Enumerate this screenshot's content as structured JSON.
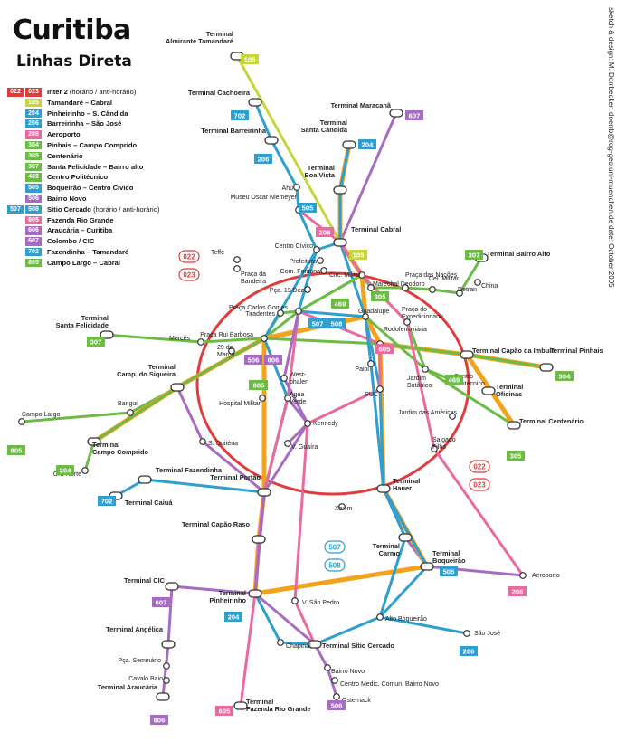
{
  "title": "Curitiba",
  "subtitle": "Linhas Direta",
  "credit": "sketch & design: M. Dorrbecker; doerrb@rog-geo.uni-muenchen.de date: October 2005",
  "colors": {
    "red": "#e23b3b",
    "yellow": "#c6d63a",
    "blue": "#2f9fcf",
    "pink": "#ea6aa0",
    "orange": "#f3a21c",
    "green": "#6dbb45",
    "purple": "#a66cc1"
  },
  "legend": [
    {
      "badges": [
        {
          "t": "022",
          "c": "red"
        },
        {
          "t": "023",
          "c": "red"
        }
      ],
      "name": "Inter 2",
      "note": "(horário / anti-horário)"
    },
    {
      "badges": [
        {
          "t": "105",
          "c": "yellow"
        }
      ],
      "name": "Tamandaré – Cabral",
      "note": ""
    },
    {
      "badges": [
        {
          "t": "204",
          "c": "blue"
        }
      ],
      "name": "Pinheirinho – S. Cândida",
      "note": ""
    },
    {
      "badges": [
        {
          "t": "206",
          "c": "blue"
        }
      ],
      "name": "Barreirinha – São José",
      "note": ""
    },
    {
      "badges": [
        {
          "t": "208",
          "c": "pink"
        }
      ],
      "name": "Aeroporto",
      "note": ""
    },
    {
      "badges": [
        {
          "t": "304",
          "c": "green"
        }
      ],
      "name": "Pinhais – Campo Comprido",
      "note": ""
    },
    {
      "badges": [
        {
          "t": "305",
          "c": "green"
        }
      ],
      "name": "Centenário",
      "note": ""
    },
    {
      "badges": [
        {
          "t": "307",
          "c": "green"
        }
      ],
      "name": "Santa Felicidade – Bairro alto",
      "note": ""
    },
    {
      "badges": [
        {
          "t": "469",
          "c": "green"
        }
      ],
      "name": "Centro Politécnico",
      "note": ""
    },
    {
      "badges": [
        {
          "t": "505",
          "c": "blue"
        }
      ],
      "name": "Boqueirão – Centro Cívico",
      "note": ""
    },
    {
      "badges": [
        {
          "t": "506",
          "c": "purple"
        }
      ],
      "name": "Bairro Novo",
      "note": ""
    },
    {
      "badges": [
        {
          "t": "507",
          "c": "blue"
        },
        {
          "t": "508",
          "c": "blue"
        }
      ],
      "name": "Sitio Cercado",
      "note": "(horário / anti-horário)"
    },
    {
      "badges": [
        {
          "t": "605",
          "c": "pink"
        }
      ],
      "name": "Fazenda Rio Grande",
      "note": ""
    },
    {
      "badges": [
        {
          "t": "606",
          "c": "purple"
        }
      ],
      "name": "Araucária – Curitiba",
      "note": ""
    },
    {
      "badges": [
        {
          "t": "607",
          "c": "purple"
        }
      ],
      "name": "Colombo / CIC",
      "note": ""
    },
    {
      "badges": [
        {
          "t": "702",
          "c": "blue"
        }
      ],
      "name": "Fazendinha – Tamandaré",
      "note": ""
    },
    {
      "badges": [
        {
          "t": "805",
          "c": "green"
        }
      ],
      "name": "Campo Largo – Cabral",
      "note": ""
    }
  ],
  "stations": [
    {
      "id": "almirante",
      "label": "Terminal\nAlmirante Tamandaré"
    },
    {
      "id": "cachoeira",
      "label": "Terminal Cachoeira"
    },
    {
      "id": "barreirinha",
      "label": "Terminal Barreirinha"
    },
    {
      "id": "santacandida",
      "label": "Terminal\nSanta Cândida"
    },
    {
      "id": "maracana",
      "label": "Terminal Maracanã"
    },
    {
      "id": "boavista",
      "label": "Terminal\nBoa Vista"
    },
    {
      "id": "ahu",
      "label": "Ahú"
    },
    {
      "id": "oscar",
      "label": "Museu Oscar Niemeyer"
    },
    {
      "id": "cabral",
      "label": "Terminal Cabral"
    },
    {
      "id": "bairroalto",
      "label": "Terminal Bairro Alto"
    },
    {
      "id": "centrocivico",
      "label": "Centro Cívico"
    },
    {
      "id": "prefeitura",
      "label": "Prefeitura"
    },
    {
      "id": "comfontana",
      "label": "Com. Fontana"
    },
    {
      "id": "pca19",
      "label": "Pça. 19 Dez."
    },
    {
      "id": "teffe",
      "label": "Teffé"
    },
    {
      "id": "bandeira",
      "label": "Praça da\nBandeira"
    },
    {
      "id": "circmilitar",
      "label": "Circ. Militar"
    },
    {
      "id": "marechal",
      "label": "Marechal Deodoro"
    },
    {
      "id": "nacoes",
      "label": "Praça das Nações"
    },
    {
      "id": "celmilitar",
      "label": "Cel. Militar"
    },
    {
      "id": "detran",
      "label": "Detran"
    },
    {
      "id": "china",
      "label": "China"
    },
    {
      "id": "santafelicidade",
      "label": "Terminal\nSanta Felicidade"
    },
    {
      "id": "carlosgomes",
      "label": "Praça Carlos Gomes"
    },
    {
      "id": "tiradentes",
      "label": "Tiradentes"
    },
    {
      "id": "guadalupe",
      "label": "Guadalupe"
    },
    {
      "id": "expedicionario",
      "label": "Praça do\nExpedicionário"
    },
    {
      "id": "ruibarbosa",
      "label": "Praça Rui Barbosa"
    },
    {
      "id": "merces",
      "label": "Mercês"
    },
    {
      "id": "29marco",
      "label": "29 de\nMarço"
    },
    {
      "id": "rodoferroviaria",
      "label": "Rodoferroviária"
    },
    {
      "id": "capaoimbuia",
      "label": "Terminal Capão da Imbuia"
    },
    {
      "id": "pinhais",
      "label": "Terminal Pinhais"
    },
    {
      "id": "siqueira",
      "label": "Terminal\nCamp. do Siqueira"
    },
    {
      "id": "westphalen",
      "label": "West-\nphalen"
    },
    {
      "id": "paiol",
      "label": "Paiol"
    },
    {
      "id": "hospitalmilitar",
      "label": "Hospital Militar"
    },
    {
      "id": "aguaverde",
      "label": "Água\nVerde"
    },
    {
      "id": "puc",
      "label": "PUC"
    },
    {
      "id": "jardimbotanico",
      "label": "Jardim\nBotânico"
    },
    {
      "id": "politecnico",
      "label": "Centro\nPolitécnico"
    },
    {
      "id": "oficinas",
      "label": "Terminal\nOficinas"
    },
    {
      "id": "campolargo",
      "label": "Campo Largo"
    },
    {
      "id": "barigui",
      "label": "Barigui"
    },
    {
      "id": "kennedy",
      "label": "Kennedy"
    },
    {
      "id": "jardimamericas",
      "label": "Jardim das Américas"
    },
    {
      "id": "centenario",
      "label": "Terminal Centenário"
    },
    {
      "id": "campocomprido",
      "label": "Terminal\nCampo Comprido"
    },
    {
      "id": "squiteria",
      "label": "S. Quitéria"
    },
    {
      "id": "vguaira",
      "label": "V. Guaíra"
    },
    {
      "id": "salgadofilho",
      "label": "Salgado\nFilho"
    },
    {
      "id": "cicnorte",
      "label": "CIC Norte"
    },
    {
      "id": "fazendinha",
      "label": "Terminal Fazendinha"
    },
    {
      "id": "portao",
      "label": "Terminal Portão"
    },
    {
      "id": "hauer",
      "label": "Terminal\nHauer"
    },
    {
      "id": "caiua",
      "label": "Terminal Caiuá"
    },
    {
      "id": "xaxim",
      "label": "Xaxim"
    },
    {
      "id": "capaoraso",
      "label": "Terminal Capão Raso"
    },
    {
      "id": "carmo",
      "label": "Terminal\nCarmo"
    },
    {
      "id": "boqueirao",
      "label": "Terminal\nBoqueirão"
    },
    {
      "id": "aeroporto",
      "label": "Aeroporto"
    },
    {
      "id": "cic",
      "label": "Terminal CIC"
    },
    {
      "id": "pinheirinho",
      "label": "Terminal\nPinheirinho"
    },
    {
      "id": "vsaopedro",
      "label": "V. São Pedro"
    },
    {
      "id": "altoboqueirao",
      "label": "Alto Boqueirão"
    },
    {
      "id": "saojose",
      "label": "São José"
    },
    {
      "id": "angelica",
      "label": "Terminal Angélica"
    },
    {
      "id": "chapinal",
      "label": "Chapinal"
    },
    {
      "id": "sitiocercado",
      "label": "Terminal Sítio Cercado"
    },
    {
      "id": "bairronovo",
      "label": "Bairro Novo"
    },
    {
      "id": "centromedico",
      "label": "Centro Medic. Comun. Bairro Novo"
    },
    {
      "id": "pcaseminario",
      "label": "Pça. Seminário"
    },
    {
      "id": "cavalobaio",
      "label": "Cavalo Baio"
    },
    {
      "id": "araucaria",
      "label": "Terminal Araucária"
    },
    {
      "id": "osternack",
      "label": "Osternack"
    },
    {
      "id": "fazendario",
      "label": "Terminal\nFazenda Rio Grande"
    }
  ],
  "badges": [
    {
      "t": "105",
      "c": "yellow"
    },
    {
      "t": "702",
      "c": "blue"
    },
    {
      "t": "206",
      "c": "blue"
    },
    {
      "t": "204",
      "c": "blue"
    },
    {
      "t": "607",
      "c": "purple"
    },
    {
      "t": "505",
      "c": "blue"
    },
    {
      "t": "208",
      "c": "pink"
    },
    {
      "t": "105",
      "c": "yellow"
    },
    {
      "t": "307",
      "c": "green"
    },
    {
      "t": "022",
      "c": "red"
    },
    {
      "t": "023",
      "c": "red"
    },
    {
      "t": "469",
      "c": "green"
    },
    {
      "t": "305",
      "c": "green"
    },
    {
      "t": "507",
      "c": "blue"
    },
    {
      "t": "508",
      "c": "blue"
    },
    {
      "t": "307",
      "c": "green"
    },
    {
      "t": "605",
      "c": "pink"
    },
    {
      "t": "506",
      "c": "purple"
    },
    {
      "t": "606",
      "c": "purple"
    },
    {
      "t": "305",
      "c": "green"
    },
    {
      "t": "805",
      "c": "green"
    },
    {
      "t": "304",
      "c": "green"
    },
    {
      "t": "469",
      "c": "green"
    },
    {
      "t": "305",
      "c": "green"
    },
    {
      "t": "805",
      "c": "green"
    },
    {
      "t": "304",
      "c": "green"
    },
    {
      "t": "702",
      "c": "blue"
    },
    {
      "t": "022",
      "c": "red"
    },
    {
      "t": "023",
      "c": "red"
    },
    {
      "t": "507",
      "c": "blue"
    },
    {
      "t": "508",
      "c": "blue"
    },
    {
      "t": "505",
      "c": "blue"
    },
    {
      "t": "607",
      "c": "purple"
    },
    {
      "t": "204",
      "c": "blue"
    },
    {
      "t": "208",
      "c": "pink"
    },
    {
      "t": "206",
      "c": "blue"
    },
    {
      "t": "606",
      "c": "purple"
    },
    {
      "t": "605",
      "c": "pink"
    },
    {
      "t": "506",
      "c": "purple"
    }
  ]
}
